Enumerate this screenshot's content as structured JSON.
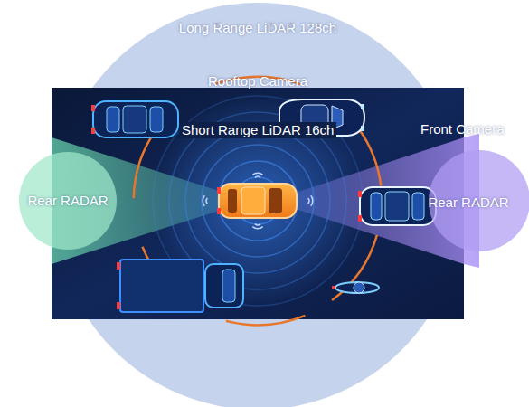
{
  "diagram": {
    "nodes": [
      {
        "text": [
          "Long Range LiDAR 128ch"
        ]
      },
      {
        "text": [
          "Rear RADAR"
        ]
      },
      {
        "text": [
          "Front Camera",
          "Rear RADAR"
        ]
      }
    ],
    "labels": [
      "Rooftop Camera",
      "Short Range LiDAR 16ch"
    ]
  }
}
